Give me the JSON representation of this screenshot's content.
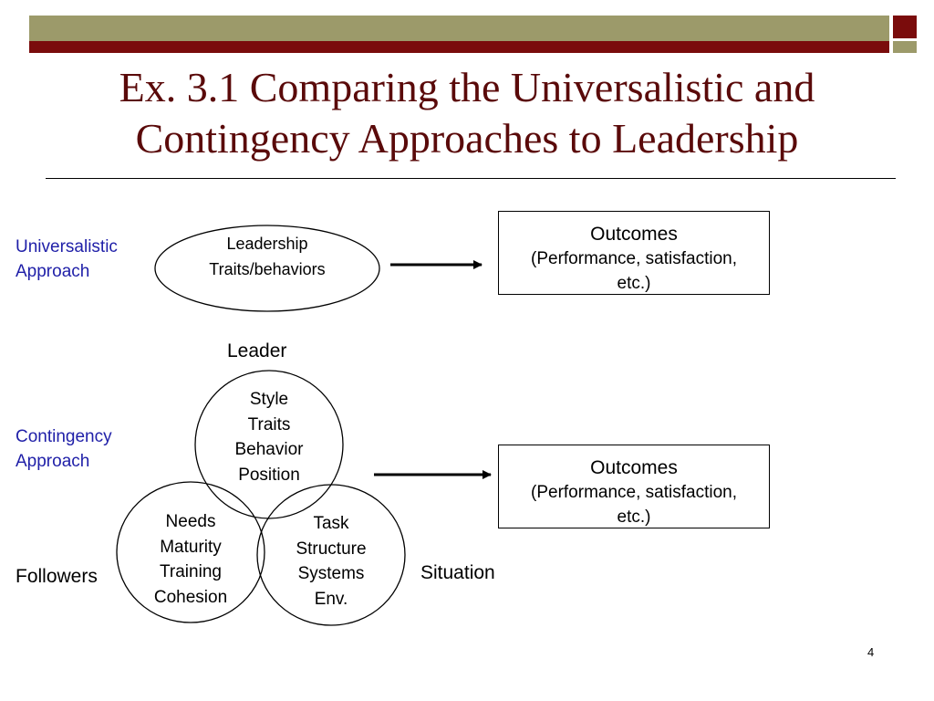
{
  "slide": {
    "title_line1": "Ex. 3.1 Comparing the Universalistic and",
    "title_line2": "Contingency Approaches to Leadership",
    "page_number": "4"
  },
  "universalistic": {
    "label_line1": "Universalistic",
    "label_line2": "Approach",
    "ellipse_line1": "Leadership",
    "ellipse_line2": "Traits/behaviors",
    "outcome_title": "Outcomes",
    "outcome_line1": "(Performance, satisfaction,",
    "outcome_line2": "etc.)"
  },
  "contingency": {
    "label_line1": "Contingency",
    "label_line2": "Approach",
    "leader_label": "Leader",
    "followers_label": "Followers",
    "situation_label": "Situation",
    "leader_items": [
      "Style",
      "Traits",
      "Behavior",
      "Position"
    ],
    "followers_items": [
      "Needs",
      "Maturity",
      "Training",
      "Cohesion"
    ],
    "situation_items": [
      "Task",
      "Structure",
      "Systems",
      "Env."
    ],
    "outcome_title": "Outcomes",
    "outcome_line1": "(Performance, satisfaction,",
    "outcome_line2": "etc.)"
  },
  "colors": {
    "title": "#5a0a0a",
    "header_olive": "#9c9a6a",
    "header_maroon": "#7a0c0c",
    "approach_label": "#1f1fa8"
  }
}
